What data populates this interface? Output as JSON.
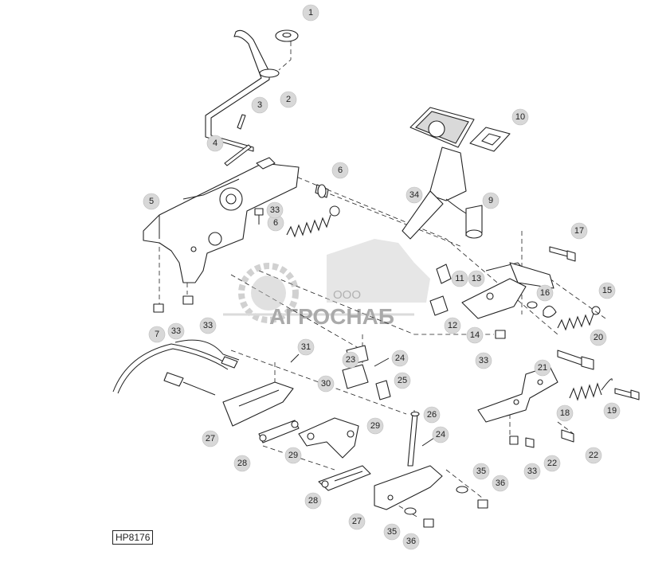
{
  "diagram": {
    "code_label": "HP8176",
    "watermark": {
      "small_text": "ООО",
      "large_text": "АГРОСНАБ"
    },
    "callouts": [
      "1",
      "2",
      "3",
      "4",
      "5",
      "6",
      "6",
      "33",
      "33",
      "33",
      "7",
      "34",
      "10",
      "9",
      "11",
      "12",
      "13",
      "14",
      "16",
      "17",
      "15",
      "20",
      "33",
      "21",
      "18",
      "19",
      "22",
      "22",
      "33",
      "23",
      "24",
      "25",
      "26",
      "24",
      "27",
      "28",
      "29",
      "29",
      "30",
      "31",
      "28",
      "27",
      "35",
      "36",
      "35",
      "36"
    ]
  }
}
